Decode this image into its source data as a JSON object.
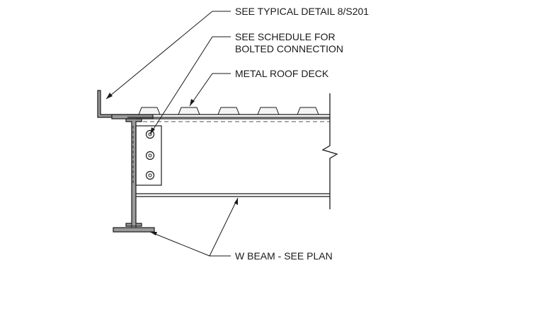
{
  "callouts": {
    "typical_detail": "SEE TYPICAL DETAIL 8/S201",
    "schedule_line1": "SEE SCHEDULE FOR",
    "schedule_line2": "BOLTED CONNECTION",
    "roof_deck": "METAL ROOF DECK",
    "w_beam": "W BEAM - SEE PLAN"
  },
  "colors": {
    "line": "#1a1a1a",
    "steel_section": "#9a9a9a",
    "background": "#ffffff"
  }
}
